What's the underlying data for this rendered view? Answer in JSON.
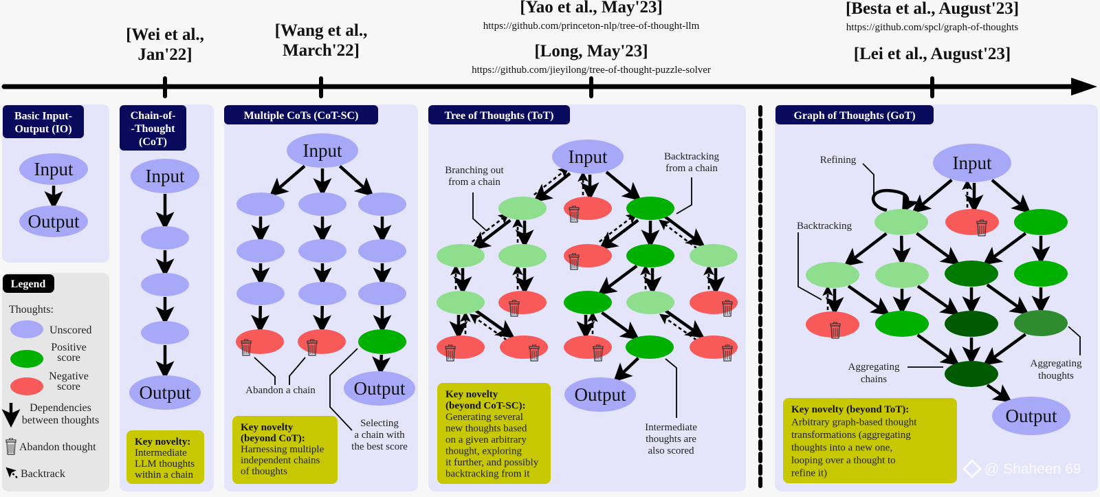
{
  "colors": {
    "background": "#f7f7f7",
    "panel": "#e4e4fb",
    "legend_panel": "#e6e6e6",
    "header": "#0a0a5c",
    "legend_header": "#000000",
    "unscored": "#a8a8f8",
    "positive": "#00b000",
    "positive_light": "#8ede8e",
    "positive_dark": "#007a00",
    "positive_darker": "#005a00",
    "positive_mid": "#2e8b2e",
    "negative": "#f85a5a",
    "novelty": "#c8c800"
  },
  "timeline": {
    "citations": [
      {
        "lines": [
          "[Wei et al.,",
          "Jan'22]"
        ]
      },
      {
        "lines": [
          "[Wang et al.,",
          "March'22]"
        ]
      },
      {
        "lines": [
          "[Yao et al., May'23]"
        ],
        "url": "https://github.com/princeton-nlp/tree-of-thought-llm"
      },
      {
        "lines": [
          "[Long, May'23]"
        ],
        "url": "https://github.com/jieyilong/tree-of-thought-puzzle-solver"
      },
      {
        "lines": [
          "[Besta et al., August'23]"
        ],
        "url": "https://github.com/spcl/graph-of-thoughts"
      },
      {
        "lines": [
          "[Lei et al., August'23]"
        ]
      }
    ]
  },
  "panels": {
    "io": {
      "title": [
        "Basic Input-",
        "Output (IO)"
      ]
    },
    "cot": {
      "title": [
        "Chain-of-",
        "-Thought",
        "(CoT)"
      ],
      "novelty": {
        "title": [
          "Key novelty:"
        ],
        "body": [
          "Intermediate",
          "LLM thoughts",
          "within a chain"
        ]
      }
    },
    "cotsc": {
      "title": [
        "Multiple CoTs (CoT-SC)"
      ],
      "novelty": {
        "title": [
          "Key novelty",
          "(beyond CoT):"
        ],
        "body": [
          "Harnessing multiple",
          "independent chains",
          "of thoughts"
        ]
      }
    },
    "tot": {
      "title": [
        "Tree of Thoughts (ToT)"
      ],
      "novelty": {
        "title": [
          "Key novelty",
          "(beyond CoT-SC):"
        ],
        "body": [
          "Generating several",
          "new thoughts based",
          "on a given arbitrary",
          "thought, exploring",
          "it further, and possibly",
          "backtracking from it"
        ]
      }
    },
    "got": {
      "title": [
        "Graph of Thoughts (GoT)"
      ],
      "novelty": {
        "title": [
          "Key novelty (beyond ToT):"
        ],
        "body": [
          "Arbitrary graph-based thought",
          "transformations (aggregating",
          "thoughts into a new one,",
          "looping over a thought to",
          "refine it)"
        ]
      }
    }
  },
  "node_labels": {
    "input": "Input",
    "output": "Output"
  },
  "legend": {
    "title": "Legend",
    "thoughts_label": "Thoughts:",
    "items": [
      {
        "type": "unscored",
        "lines": [
          "Unscored"
        ]
      },
      {
        "type": "positive",
        "lines": [
          "Positive",
          "score"
        ]
      },
      {
        "type": "negative",
        "lines": [
          "Negative",
          "score"
        ]
      },
      {
        "type": "dependency",
        "lines": [
          "Dependencies",
          "between thoughts"
        ]
      },
      {
        "type": "abandon",
        "lines": [
          "Abandon thought"
        ]
      },
      {
        "type": "backtrack",
        "lines": [
          "Backtrack"
        ]
      }
    ]
  },
  "annotations": {
    "abandon_chain": [
      "Abandon a chain"
    ],
    "selecting_chain": [
      "Selecting",
      "a chain with",
      "the best score"
    ],
    "branching_out": [
      "Branching out",
      "from a chain"
    ],
    "backtracking_chain": [
      "Backtracking",
      "from a chain"
    ],
    "intermediate_scored": [
      "Intermediate",
      "thoughts are",
      "also scored"
    ],
    "refining": [
      "Refining"
    ],
    "backtracking": [
      "Backtracking"
    ],
    "aggregating_chains": [
      "Aggregating",
      "chains"
    ],
    "aggregating_thoughts": [
      "Aggregating",
      "thoughts"
    ]
  },
  "watermark": "@ Shaheen 69"
}
